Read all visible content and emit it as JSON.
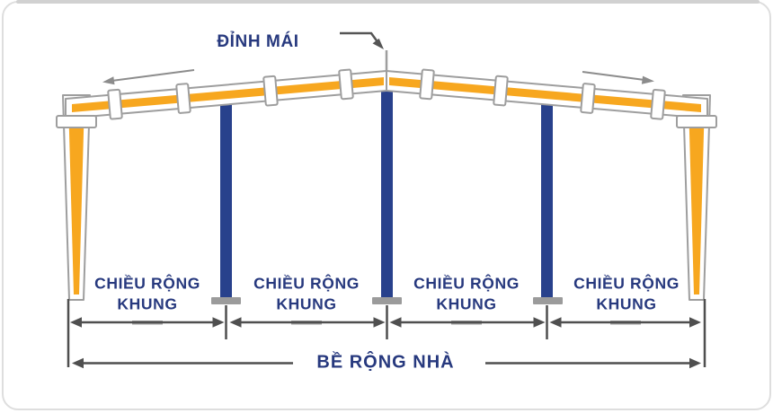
{
  "diagram": {
    "title_context": "steel-frame cross-section",
    "peak_label": "ĐỈNH MÁI",
    "house_width_label": "BỀ RỘNG NHÀ",
    "frame_spans": [
      {
        "label": "CHIỀU RỘNG KHUNG"
      },
      {
        "label": "CHIỀU RỘNG KHUNG"
      },
      {
        "label": "CHIỀU RỘNG KHUNG"
      },
      {
        "label": "CHIỀU RỘNG KHUNG"
      }
    ]
  },
  "colors": {
    "beam_orange": "#F7A71F",
    "column_blue": "#28418C",
    "label_navy": "#27397E",
    "steel_outline": "#9E9E9E",
    "dimension_line": "#4F4F4F",
    "slope_arrow": "#8C8C8C",
    "pointer_arrow": "#555555",
    "base_plate": "#9B9B9B",
    "card_border": "#DEDEDE",
    "top_strip": "#D1D1D1"
  }
}
